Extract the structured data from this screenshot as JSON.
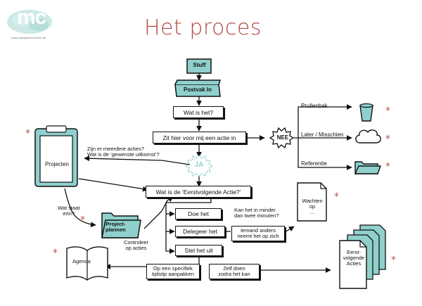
{
  "logo": {
    "text": "mc",
    "site": "www.managementcoach.be"
  },
  "title": "Het proces",
  "nodes": {
    "stuff": "Stuff",
    "inbox": "Postvak In",
    "what": "Wat is het?",
    "actionable": "Zit hier voor mij een actie in",
    "no": "NEE",
    "yes": "JA",
    "next_action": "Wat is de ‘Eerstvolgende Actie?’",
    "do": "Doe het",
    "delegate": "Delegeer het",
    "defer": "Stel het uit",
    "projects": "Projecten",
    "project_plans": "Project-\nplannen",
    "agenda": "Agenda",
    "waiting": "Wachten\nop\n...",
    "next_actions_list": "Eerst-\nvolgende\nActies"
  },
  "labels": {
    "trash": "Prullenbak",
    "later": "Later / Misschien",
    "reference": "Referentie",
    "multiple_actions": "Zijn er meerdere acties?\nWat is de ‘gewenste uitkomst’?",
    "whats_in": "Wat staat\nerin?",
    "review": "Controleer\nop acties",
    "two_minutes": "Kan het in minder\ndan twee minuten?",
    "someone_else": "Iemand anders\nneemt het op zich",
    "specific_time": "Op een specifiek\ntijdstip aanpakken",
    "asap": "Zelf doen\nzodra het kan"
  },
  "stars": [
    "*",
    "*",
    "*",
    "*",
    "*",
    "*",
    "*",
    "*"
  ],
  "colors": {
    "accent": "#8fd0cc",
    "title": "#b04a45",
    "star": "#c0504d",
    "ink": "#111111"
  }
}
